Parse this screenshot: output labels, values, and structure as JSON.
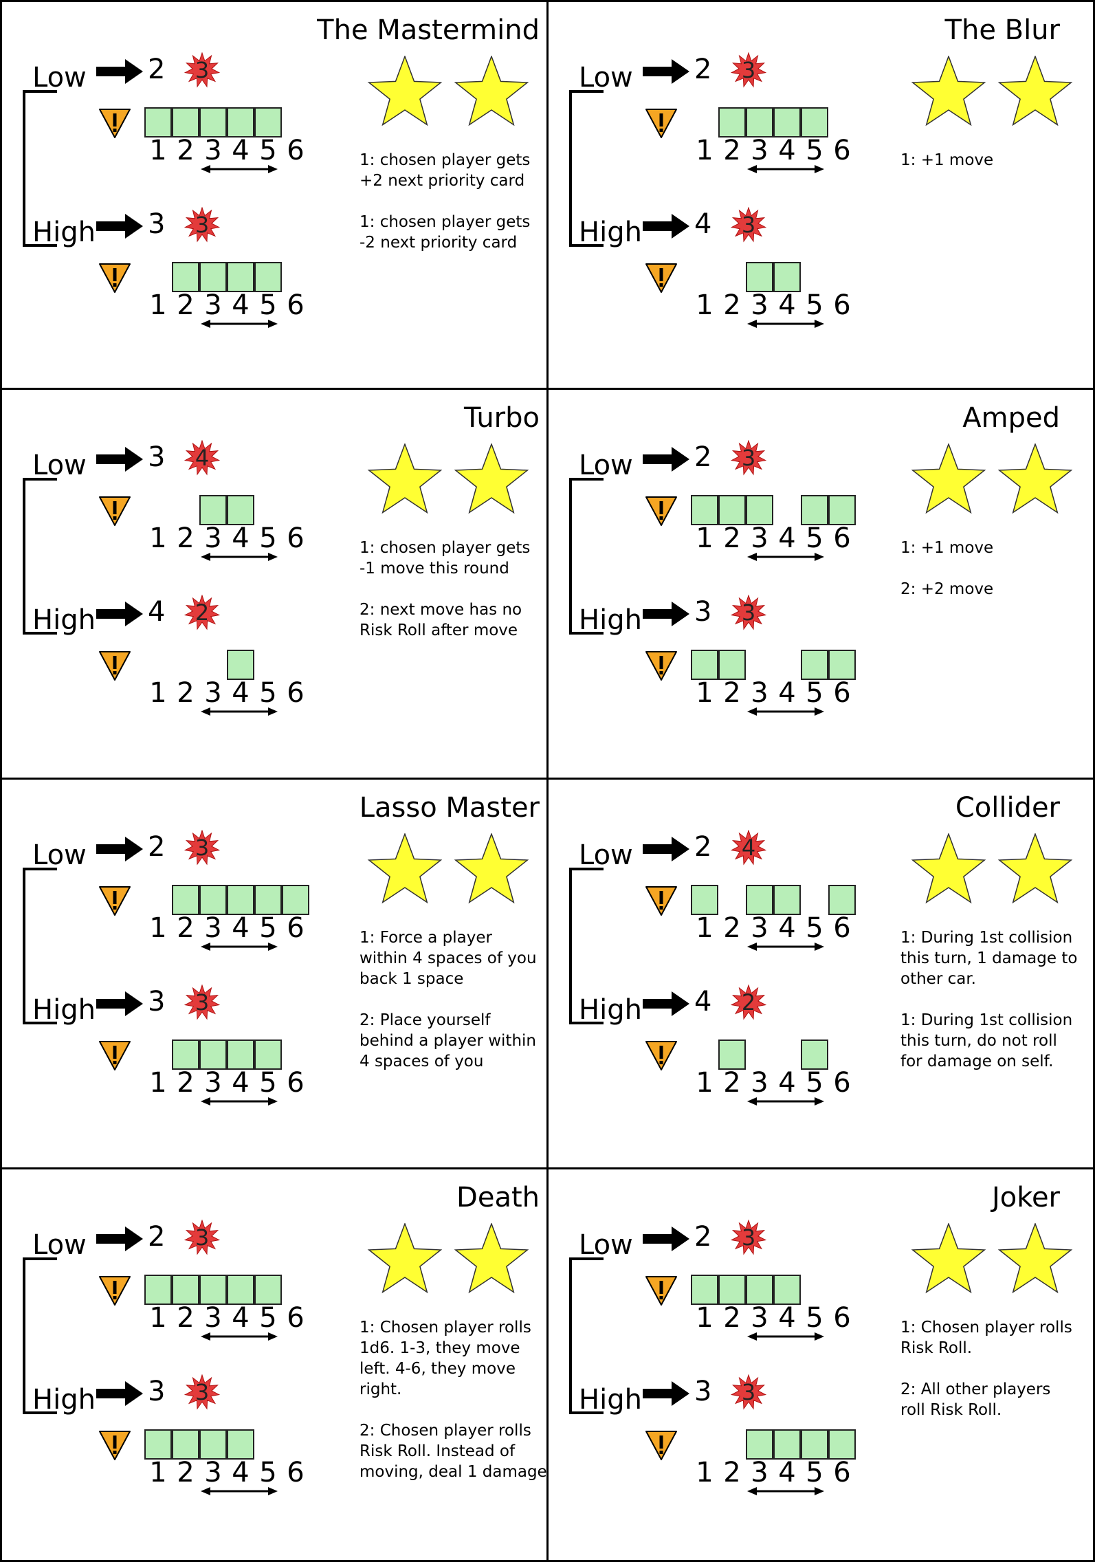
{
  "colors": {
    "slot_fill": "#b8eeb8",
    "star_fill": "#ffff33",
    "warning_fill": "#f5a623",
    "burst_fill": "#e33b3b"
  },
  "cards": [
    {
      "title": "The Mastermind",
      "low": {
        "label": "Low",
        "move": "2",
        "risk": "3",
        "slots": [
          1,
          2,
          3,
          4,
          5
        ]
      },
      "high": {
        "label": "High",
        "move": "3",
        "risk": "3",
        "slots": [
          2,
          3,
          4,
          5
        ]
      },
      "numbers": [
        "1",
        "2",
        "3",
        "4",
        "5",
        "6"
      ],
      "effects": [
        "1: chosen player gets\n+2 next priority card",
        "1: chosen player gets\n-2 next priority card"
      ]
    },
    {
      "title": "The Blur",
      "low": {
        "label": "Low",
        "move": "2",
        "risk": "3",
        "slots": [
          2,
          3,
          4,
          5
        ]
      },
      "high": {
        "label": "High",
        "move": "4",
        "risk": "3",
        "slots": [
          3,
          4
        ]
      },
      "numbers": [
        "1",
        "2",
        "3",
        "4",
        "5",
        "6"
      ],
      "effects": [
        "1: +1 move"
      ]
    },
    {
      "title": "Turbo",
      "low": {
        "label": "Low",
        "move": "3",
        "risk": "4",
        "slots": [
          3,
          4
        ]
      },
      "high": {
        "label": "High",
        "move": "4",
        "risk": "2",
        "slots": [
          4
        ]
      },
      "numbers": [
        "1",
        "2",
        "3",
        "4",
        "5",
        "6"
      ],
      "effects": [
        "1: chosen player gets\n-1 move this round",
        "2: next move has no\nRisk Roll after move"
      ]
    },
    {
      "title": "Amped",
      "low": {
        "label": "Low",
        "move": "2",
        "risk": "3",
        "slots": [
          1,
          2,
          3,
          5,
          6
        ]
      },
      "high": {
        "label": "High",
        "move": "3",
        "risk": "3",
        "slots": [
          1,
          2,
          5,
          6
        ]
      },
      "numbers": [
        "1",
        "2",
        "3",
        "4",
        "5",
        "6"
      ],
      "effects": [
        "1: +1 move",
        "2: +2 move"
      ]
    },
    {
      "title": "Lasso Master",
      "low": {
        "label": "Low",
        "move": "2",
        "risk": "3",
        "slots": [
          2,
          3,
          4,
          5,
          6
        ]
      },
      "high": {
        "label": "High",
        "move": "3",
        "risk": "3",
        "slots": [
          2,
          3,
          4,
          5
        ]
      },
      "numbers": [
        "1",
        "2",
        "3",
        "4",
        "5",
        "6"
      ],
      "effects": [
        "1: Force a player\nwithin 4 spaces of you\nback 1 space",
        "2: Place yourself\nbehind a player within\n4 spaces of you"
      ]
    },
    {
      "title": "Collider",
      "low": {
        "label": "Low",
        "move": "2",
        "risk": "4",
        "slots": [
          1,
          3,
          4,
          6
        ]
      },
      "high": {
        "label": "High",
        "move": "4",
        "risk": "2",
        "slots": [
          2,
          5
        ]
      },
      "numbers": [
        "1",
        "2",
        "3",
        "4",
        "5",
        "6"
      ],
      "effects": [
        "1: During 1st collision\nthis turn, 1 damage to\nother car.",
        "1: During 1st collision\nthis turn, do not roll\nfor damage on self."
      ]
    },
    {
      "title": "Death",
      "low": {
        "label": "Low",
        "move": "2",
        "risk": "3",
        "slots": [
          1,
          2,
          3,
          4,
          5
        ]
      },
      "high": {
        "label": "High",
        "move": "3",
        "risk": "3",
        "slots": [
          1,
          2,
          3,
          4
        ]
      },
      "numbers": [
        "1",
        "2",
        "3",
        "4",
        "5",
        "6"
      ],
      "effects": [
        "1: Chosen player rolls\n1d6. 1-3, they move\nleft. 4-6, they move\nright.",
        "2: Chosen player rolls\nRisk Roll. Instead of\nmoving, deal 1 damage"
      ]
    },
    {
      "title": "Joker",
      "low": {
        "label": "Low",
        "move": "2",
        "risk": "3",
        "slots": [
          1,
          2,
          3,
          4
        ]
      },
      "high": {
        "label": "High",
        "move": "3",
        "risk": "3",
        "slots": [
          3,
          4,
          5,
          6
        ]
      },
      "numbers": [
        "1",
        "2",
        "3",
        "4",
        "5",
        "6"
      ],
      "effects": [
        "1: Chosen player rolls\nRisk Roll.",
        "2: All other players\nroll Risk Roll."
      ]
    }
  ]
}
